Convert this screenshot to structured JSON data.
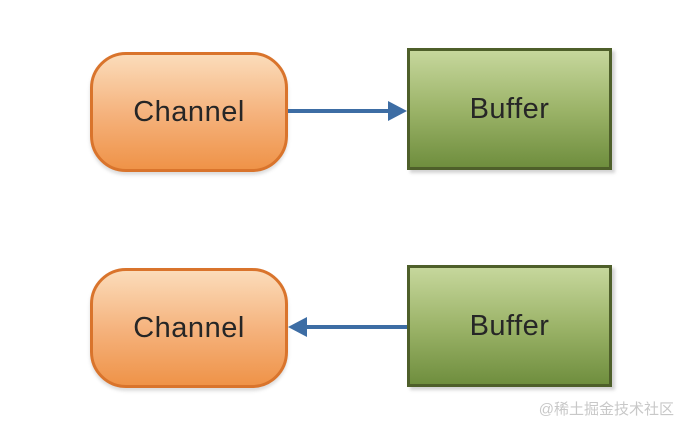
{
  "diagram": {
    "title": "channel-buffer read/write diagram",
    "rows": [
      {
        "channel": {
          "label": "Channel"
        },
        "buffer": {
          "label": "Buffer"
        },
        "arrow": {
          "direction": "right",
          "from": "Channel",
          "to": "Buffer"
        }
      },
      {
        "channel": {
          "label": "Channel"
        },
        "buffer": {
          "label": "Buffer"
        },
        "arrow": {
          "direction": "left",
          "from": "Buffer",
          "to": "Channel"
        }
      }
    ],
    "colors": {
      "channel_fill_top": "#fbdcba",
      "channel_fill_mid": "#f5b27c",
      "channel_fill_bottom": "#ef9348",
      "channel_border": "#d9742c",
      "buffer_fill_top": "#c6d79c",
      "buffer_fill_mid": "#9cb469",
      "buffer_fill_bottom": "#6f8e3e",
      "buffer_border": "#4e5f2a",
      "arrow": "#3d6da4",
      "label_text": "#262626",
      "watermark": "#c8c8c8",
      "background": "#ffffff"
    },
    "watermark": {
      "text": "@稀土掘金技术社区"
    }
  }
}
